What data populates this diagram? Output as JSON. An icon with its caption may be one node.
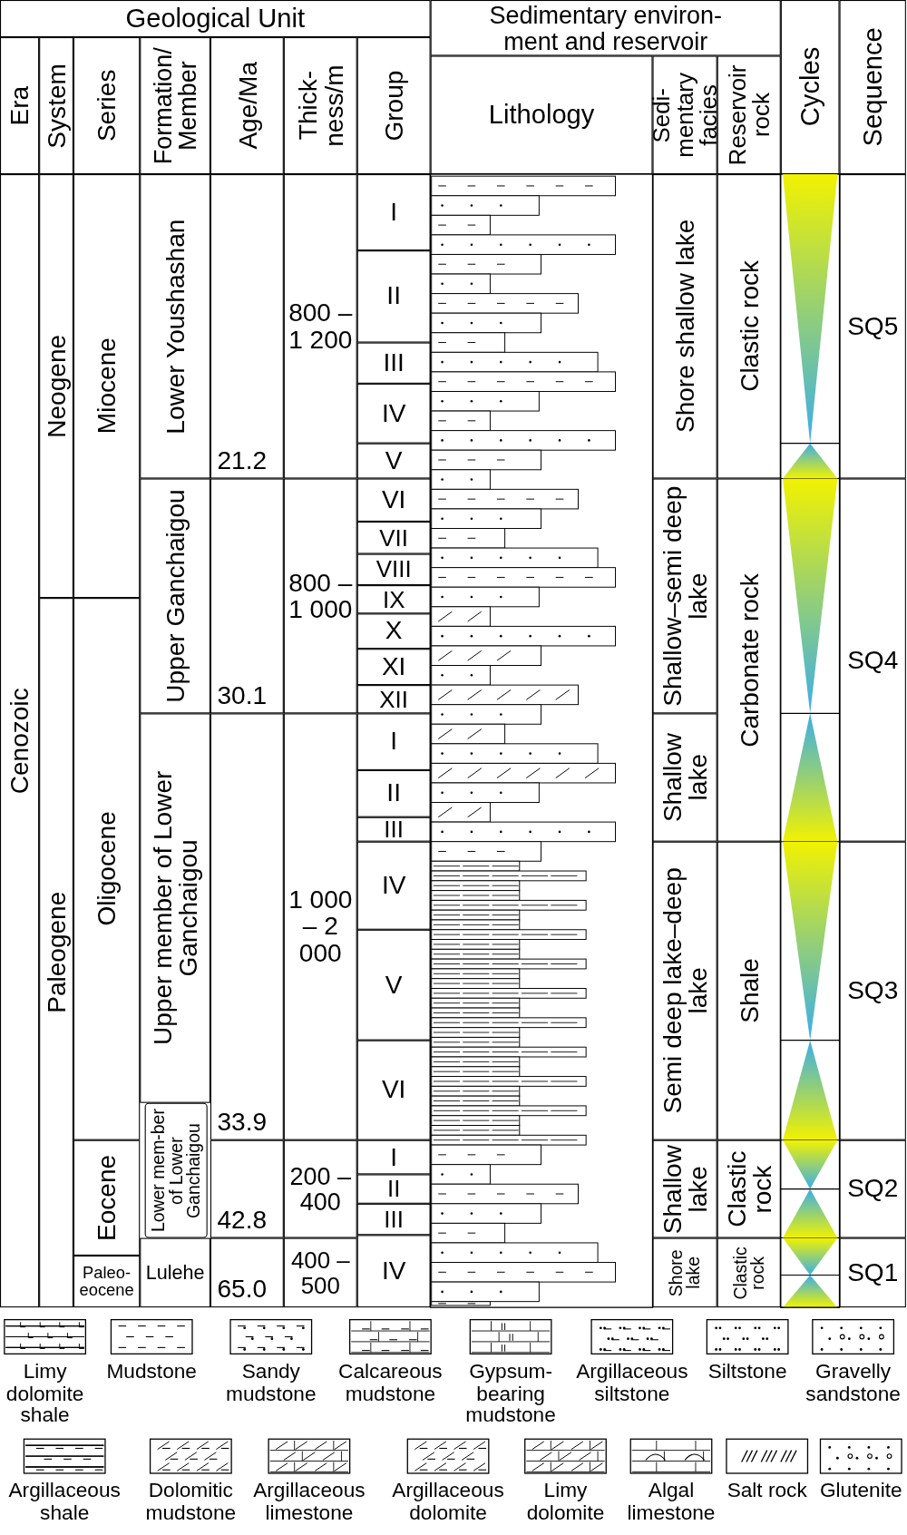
{
  "diagram": {
    "labels": [
      "Geological Unit",
      "Sedimentary environ-ment and reservoir",
      "Cycles",
      "Sequence",
      "Era",
      "System",
      "Series",
      "Formation/ Member",
      "Age/Ma",
      "Thick-ness/m",
      "Group",
      "Lithology",
      "Sedi-mentary facies",
      "Reservoir rock",
      "Cenozoic",
      "Neogene",
      "Paleogene",
      "Miocene",
      "Oligocene",
      "Eocene",
      "Paleo-eocene",
      "Lower Youshashan",
      "Upper Ganchaigou",
      "Upper member of Lower Ganchaigou",
      "Lower mem-ber of Lower Ganchaigou",
      "Lulehe",
      "21.2",
      "30.1",
      "33.9",
      "42.8",
      "65.0",
      "800 – 1 200",
      "800 – 1 000",
      "1 000 – 2 000",
      "200 – 400",
      "400 – 500",
      "I",
      "II",
      "III",
      "IV",
      "V",
      "VI",
      "VII",
      "VIII",
      "IX",
      "X",
      "XI",
      "XII",
      "I",
      "II",
      "III",
      "IV",
      "V",
      "VI",
      "I",
      "II",
      "III",
      "IV",
      "Shore shallow lake",
      "Shallow–semi deep lake",
      "Shallow lake",
      "Semi deep lake–deep lake",
      "Shallow lake",
      "Shore lake",
      "Clastic rock",
      "Carbonate rock",
      "Shale",
      "Clastic rock",
      "Clastic rock",
      "SQ5",
      "SQ4",
      "SQ3",
      "SQ2",
      "SQ1"
    ],
    "legend": [
      {
        "text": "Limy dolomite shale"
      },
      {
        "text": "Mudstone"
      },
      {
        "text": "Sandy mudstone"
      },
      {
        "text": "Calcareous mudstone"
      },
      {
        "text": "Gypsum-bearing mudstone"
      },
      {
        "text": "Argillaceous siltstone"
      },
      {
        "text": "Siltstone"
      },
      {
        "text": "Gravelly sandstone"
      },
      {
        "text": "Argillaceous shale"
      },
      {
        "text": "Dolomitic mudstone"
      },
      {
        "text": "Argillaceous limestone"
      },
      {
        "text": "Argillaceous dolomite"
      },
      {
        "text": "Limy dolomite"
      },
      {
        "text": "Algal limestone"
      },
      {
        "text": "Salt rock"
      },
      {
        "text": "Glutenite"
      }
    ]
  }
}
